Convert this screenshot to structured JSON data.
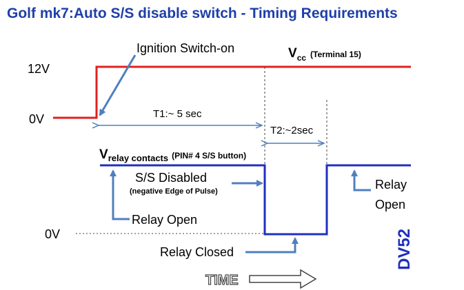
{
  "title": "Golf mk7:Auto S/S disable switch - Timing Requirements",
  "labels": {
    "ignition": "Ignition Switch-on",
    "v12": "12V",
    "v0_top": "0V",
    "v0_bottom": "0V",
    "vcc_main": "V",
    "vcc_sub": "cc",
    "vcc_note": "(Terminal 15)",
    "t1": "T1:~ 5 sec",
    "t2": "T2:~2sec",
    "vrelay_main": "V",
    "vrelay_sub": "relay contacts",
    "vrelay_note": "(PIN# 4 S/S button)",
    "ss_disabled": "S/S Disabled",
    "ss_note": "(negative Edge of Pulse)",
    "relay_open_left": "Relay Open",
    "relay_open_right_1": "Relay",
    "relay_open_right_2": "Open",
    "relay_closed": "Relay Closed",
    "time": "TIME",
    "badge": "DV52"
  },
  "colors": {
    "title": "#1f3fa8",
    "vcc_line": "#e02020",
    "relay_line": "#1f2fbf",
    "arrow": "#4f7fbf",
    "badge": "#1f2fbf"
  }
}
